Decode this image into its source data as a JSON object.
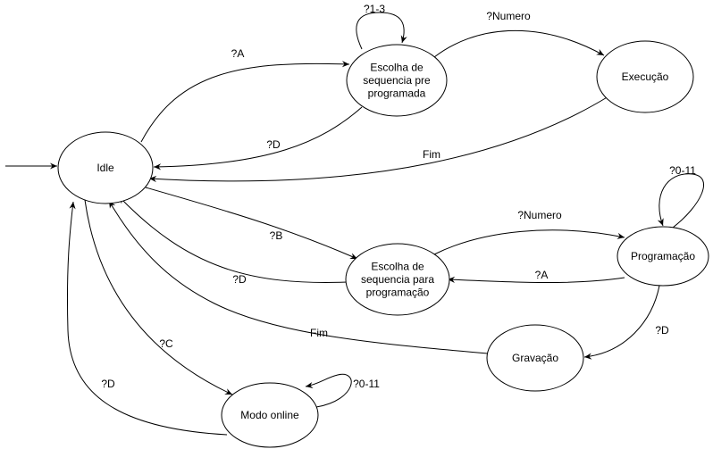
{
  "diagram": {
    "type": "state-machine",
    "states": {
      "idle": [
        "Idle"
      ],
      "escolha_pre": [
        "Escolha de",
        "sequencia pre",
        "programada"
      ],
      "execucao": [
        "Execução"
      ],
      "escolha_prog": [
        "Escolha de",
        "sequencia para",
        "programação"
      ],
      "programacao": [
        "Programação"
      ],
      "gravacao": [
        "Gravação"
      ],
      "modo_online": [
        "Modo online"
      ]
    },
    "transitions": [
      {
        "from": "idle",
        "to": "escolha_pre",
        "label": "?A"
      },
      {
        "from": "escolha_pre",
        "to": "escolha_pre",
        "label": "?1-3"
      },
      {
        "from": "escolha_pre",
        "to": "execucao",
        "label": "?Numero"
      },
      {
        "from": "escolha_pre",
        "to": "idle",
        "label": "?D"
      },
      {
        "from": "execucao",
        "to": "idle",
        "label": "Fim"
      },
      {
        "from": "idle",
        "to": "escolha_prog",
        "label": "?B"
      },
      {
        "from": "escolha_prog",
        "to": "idle",
        "label": "?D"
      },
      {
        "from": "escolha_prog",
        "to": "programacao",
        "label": "?Numero"
      },
      {
        "from": "programacao",
        "to": "programacao",
        "label": "?0-11"
      },
      {
        "from": "programacao",
        "to": "escolha_prog",
        "label": "?A"
      },
      {
        "from": "programacao",
        "to": "gravacao",
        "label": "?D"
      },
      {
        "from": "gravacao",
        "to": "idle",
        "label": "Fim"
      },
      {
        "from": "idle",
        "to": "modo_online",
        "label": "?C"
      },
      {
        "from": "modo_online",
        "to": "modo_online",
        "label": "?0-11"
      },
      {
        "from": "modo_online",
        "to": "idle",
        "label": "?D"
      }
    ]
  }
}
